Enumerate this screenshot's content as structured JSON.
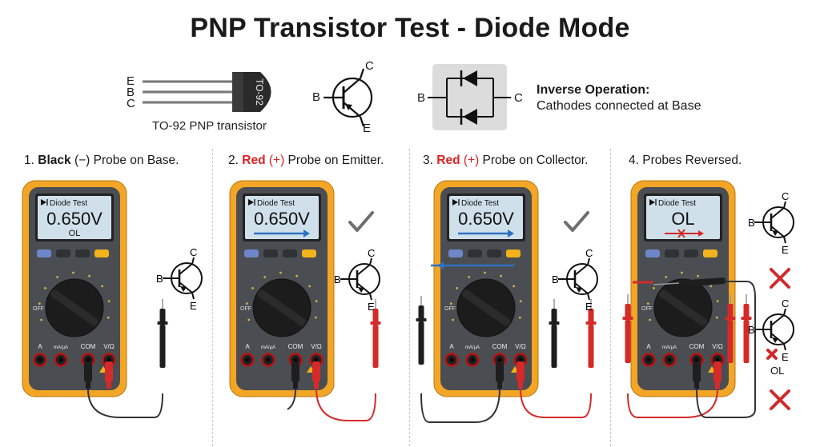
{
  "title": "PNP Transistor Test - Diode Mode",
  "package": {
    "body_label": "TO-92",
    "leads": [
      "E",
      "B",
      "C"
    ],
    "caption": "TO-92 PNP transistor"
  },
  "symbol_pins": {
    "b": "B",
    "c": "C",
    "e": "E"
  },
  "diode_model": {
    "b": "B",
    "c": "C"
  },
  "inverse": {
    "heading": "Inverse Operation:",
    "description": "Cathodes connected at Base"
  },
  "meter": {
    "mode_label": "Diode Test",
    "jacks": [
      "A",
      "mA/µA",
      "COM",
      "V/Ω"
    ],
    "off_label": "OFF"
  },
  "steps": [
    {
      "num": "1.",
      "strong": "Black",
      "sym": "(−)",
      "rest": "Probe on Base.",
      "reading": "0.650V",
      "sub": "OL",
      "status": "none"
    },
    {
      "num": "2.",
      "strong": "Red",
      "sym": "(+)",
      "rest": "Probe on Emitter.",
      "reading": "0.650V",
      "sub": "",
      "status": "check"
    },
    {
      "num": "3.",
      "strong": "Red",
      "sym": "(+)",
      "rest": "Probe on Collector.",
      "reading": "0.650V",
      "sub": "",
      "status": "check"
    },
    {
      "num": "4.",
      "strong": "",
      "sym": "",
      "rest": "Probes Reversed.",
      "reading": "OL",
      "sub": "",
      "status": "cross"
    }
  ],
  "step4_extra_label": "OL",
  "colors": {
    "meter_case": "#f3a526",
    "meter_body": "#4a4d51",
    "lcd": "#cfe0ea",
    "probe_red": "#d42a2a",
    "probe_black": "#1e1e1e",
    "arrow_blue": "#2f72c2",
    "check": "#6e6e6e",
    "cross": "#d22a2a"
  }
}
